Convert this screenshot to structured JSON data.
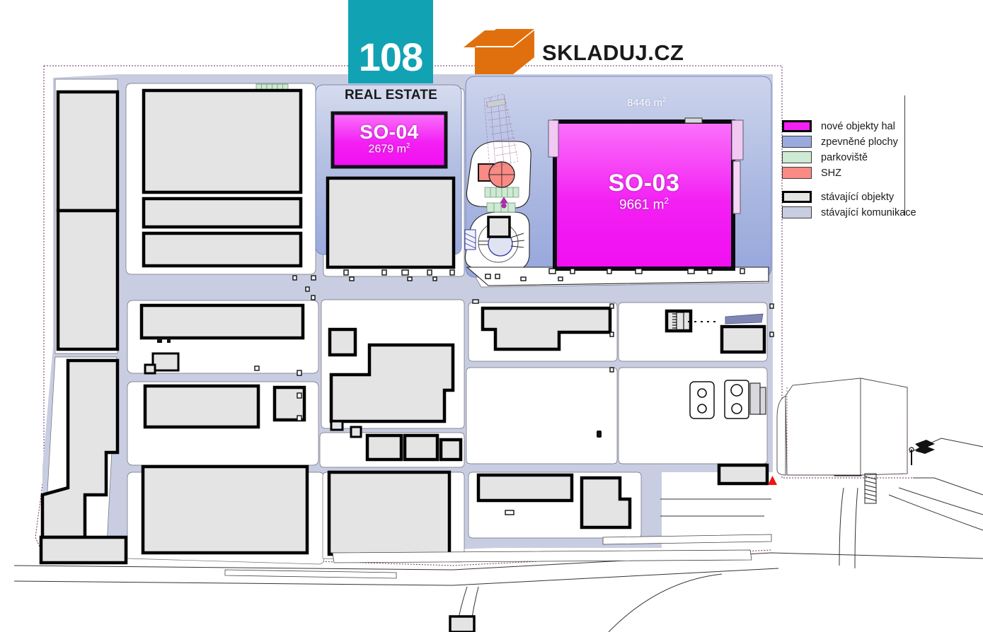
{
  "document": {
    "type": "site-plan",
    "title": "Site plan SO-03 / SO-04"
  },
  "branding": {
    "badge_number": "108",
    "badge_subtitle": "REAL ESTATE",
    "badge_color": "#11a3b4",
    "partner_name": "SKLADUJ.CZ",
    "partner_logo_color": "#e0700d",
    "partner_logo_icon": "open-box-icon"
  },
  "plan_labels": {
    "halls": [
      {
        "code": "SO-04",
        "area_value": "2679",
        "area_unit": "m",
        "area_exp": "2"
      },
      {
        "code": "SO-03",
        "area_value": "9661",
        "area_unit": "m",
        "area_exp": "2"
      }
    ],
    "plots": [
      {
        "area_value": "8446",
        "area_unit": "m",
        "area_exp": "2"
      }
    ]
  },
  "legend": {
    "items": [
      {
        "label": "nové objekty hal",
        "color": "#f320f3",
        "border": "thick",
        "name": "new-halls"
      },
      {
        "label": "zpevněné plochy",
        "color": "#9aaade",
        "border": "thin",
        "name": "paved-areas"
      },
      {
        "label": "parkoviště",
        "color": "#cdead3",
        "border": "thin",
        "name": "parking"
      },
      {
        "label": "SHZ",
        "color": "#fa8a84",
        "border": "thin",
        "name": "shz"
      },
      {
        "label": "stávající objekty",
        "color": "#e4e4e4",
        "border": "thick",
        "name": "existing-buildings",
        "gap": true
      },
      {
        "label": "stávající komunikace",
        "color": "#c9cde2",
        "border": "thin",
        "name": "existing-roads"
      }
    ]
  },
  "colors": {
    "new_hall_magenta": "#f320f3",
    "new_hall_magenta_light": "#fb72fb",
    "paved_blue": "#9aaade",
    "paved_blue_light": "#ced7ee",
    "parking_green": "#cdead3",
    "shz_red": "#fa8a84",
    "existing_building_gray": "#e4e4e4",
    "existing_road": "#c9cde2",
    "outline_black": "#000000",
    "boundary_purple": "#6b2f63",
    "marker_red": "#f01414",
    "dark_blue_accent": "#7e87b4"
  },
  "markers": [
    {
      "name": "red-triangle-marker",
      "shape": "triangle",
      "color": "#f01414"
    }
  ]
}
